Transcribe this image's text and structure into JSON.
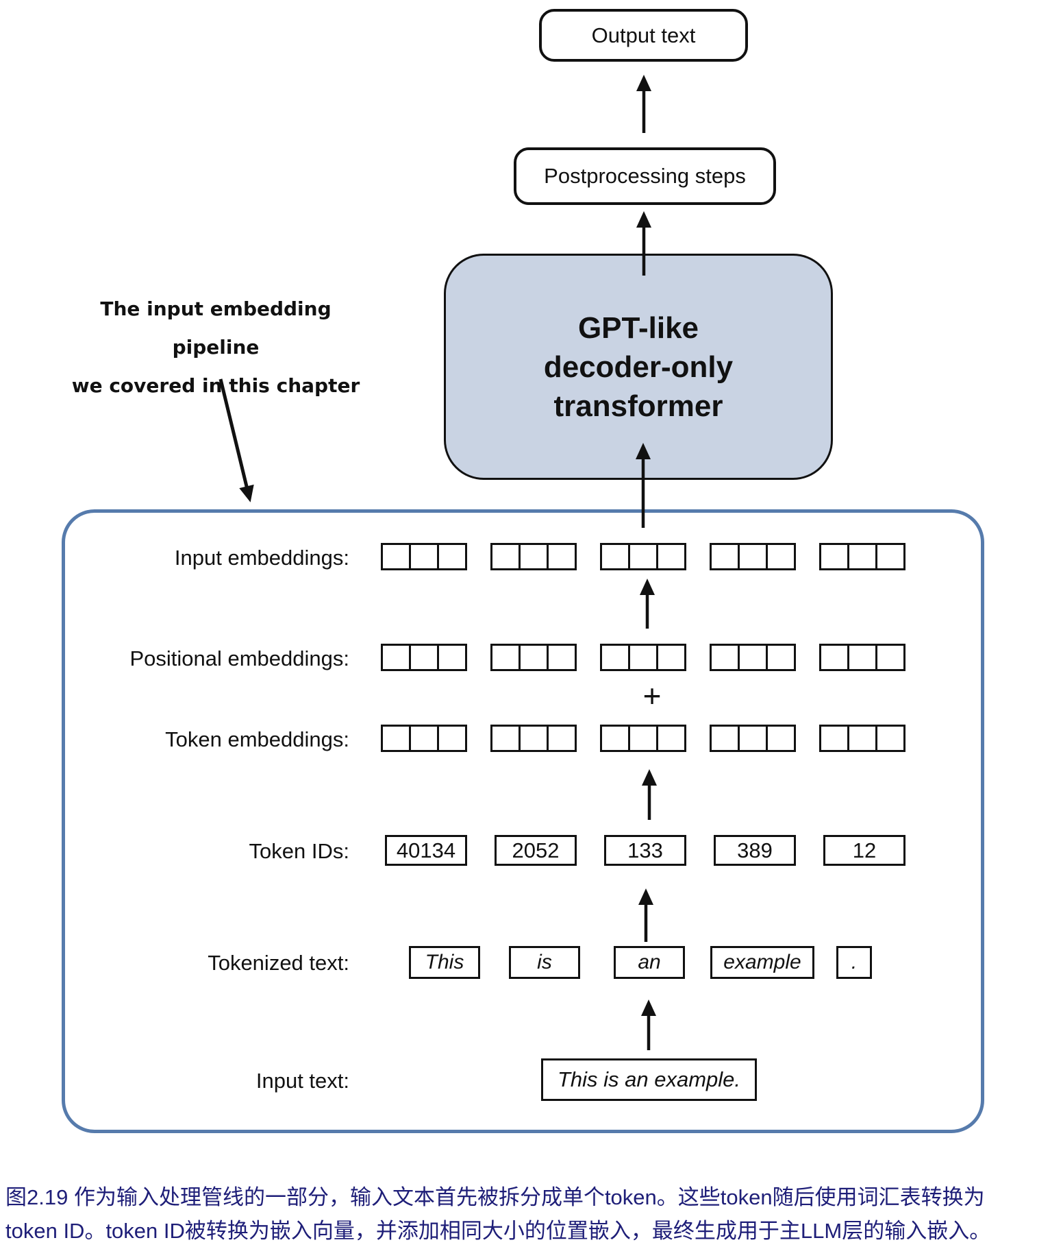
{
  "figure": {
    "boxes": {
      "output": "Output text",
      "postprocessing": "Postprocessing steps",
      "gpt": [
        "GPT-like",
        "decoder-only",
        "transformer"
      ]
    },
    "annotation": {
      "line1": "The input embedding pipeline",
      "line2": "we covered in this chapter"
    },
    "plus": "+",
    "rows": {
      "input_embeddings_label": "Input embeddings:",
      "positional_embeddings_label": "Positional embeddings:",
      "token_embeddings_label": "Token embeddings:",
      "token_ids_label": "Token IDs:",
      "token_ids": [
        "40134",
        "2052",
        "133",
        "389",
        "12"
      ],
      "tokenized_label": "Tokenized text:",
      "tokens": [
        "This",
        "is",
        "an",
        "example",
        "."
      ],
      "input_text_label": "Input text:",
      "input_text": "This is an example."
    },
    "embedding_grid": {
      "rows": [
        "input",
        "positional",
        "token"
      ],
      "groups": 5,
      "squares_per_group": 3
    }
  },
  "caption": {
    "line1": "图2.19 作为输入处理管线的一部分，输入文本首先被拆分成单个token。这些token随后使用词汇表转换为",
    "line2": "token ID。token ID被转换为嵌入向量，并添加相同大小的位置嵌入，最终生成用于主LLM层的输入嵌入。"
  },
  "colors": {
    "gpt_fill": "#c9d3e3",
    "box_border": "#111111",
    "container_border": "#567bac",
    "caption_text": "#1e1e78",
    "arrow": "#111111"
  }
}
